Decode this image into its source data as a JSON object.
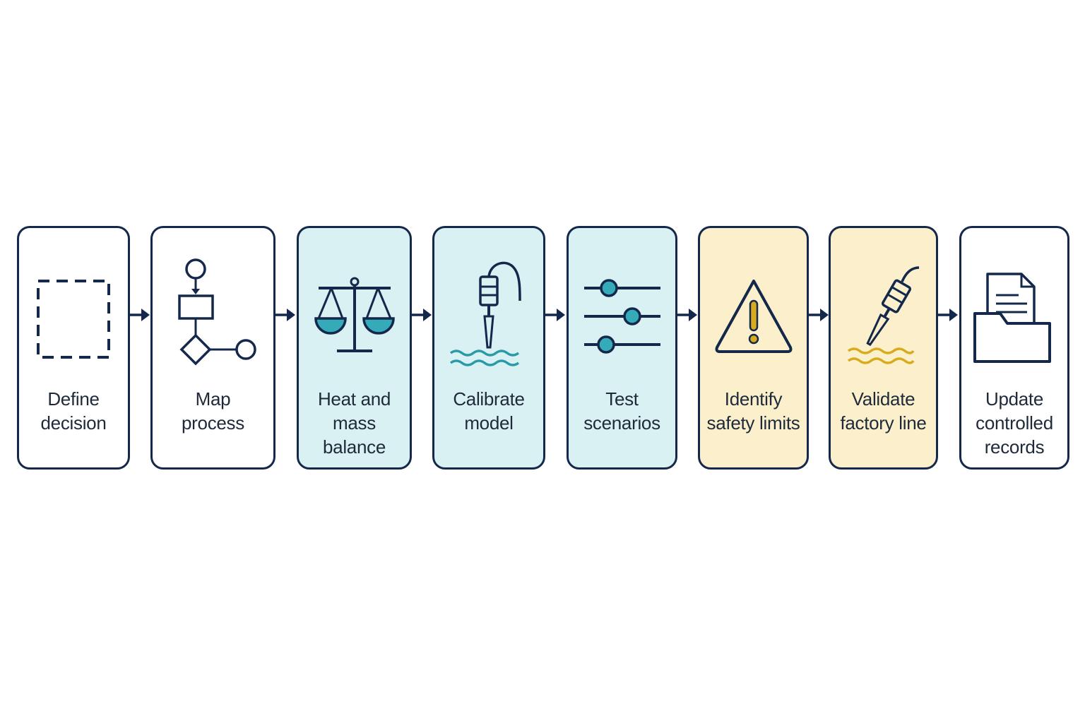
{
  "steps": [
    {
      "label": "Define\ndecision",
      "icon": "dashed-square-icon",
      "fill": "white"
    },
    {
      "label": "Map\nprocess",
      "icon": "flowchart-icon",
      "fill": "white"
    },
    {
      "label": "Heat and\nmass balance",
      "icon": "balance-scale-icon",
      "fill": "teal"
    },
    {
      "label": "Calibrate\nmodel",
      "icon": "probe-sensor-icon",
      "fill": "teal"
    },
    {
      "label": "Test\nscenarios",
      "icon": "sliders-icon",
      "fill": "teal"
    },
    {
      "label": "Identify\nsafety limits",
      "icon": "warning-triangle-icon",
      "fill": "amber"
    },
    {
      "label": "Validate\nfactory line",
      "icon": "probe-sensor-icon",
      "fill": "amber"
    },
    {
      "label": "Update\ncontrolled\nrecords",
      "icon": "document-folder-icon",
      "fill": "white"
    }
  ],
  "colors": {
    "outline": "#14284b",
    "teal_fill": "#daf1f4",
    "teal_accent": "#35aab8",
    "amber_fill": "#fbefcc",
    "amber_accent": "#d8ab1e",
    "white_fill": "#ffffff"
  }
}
